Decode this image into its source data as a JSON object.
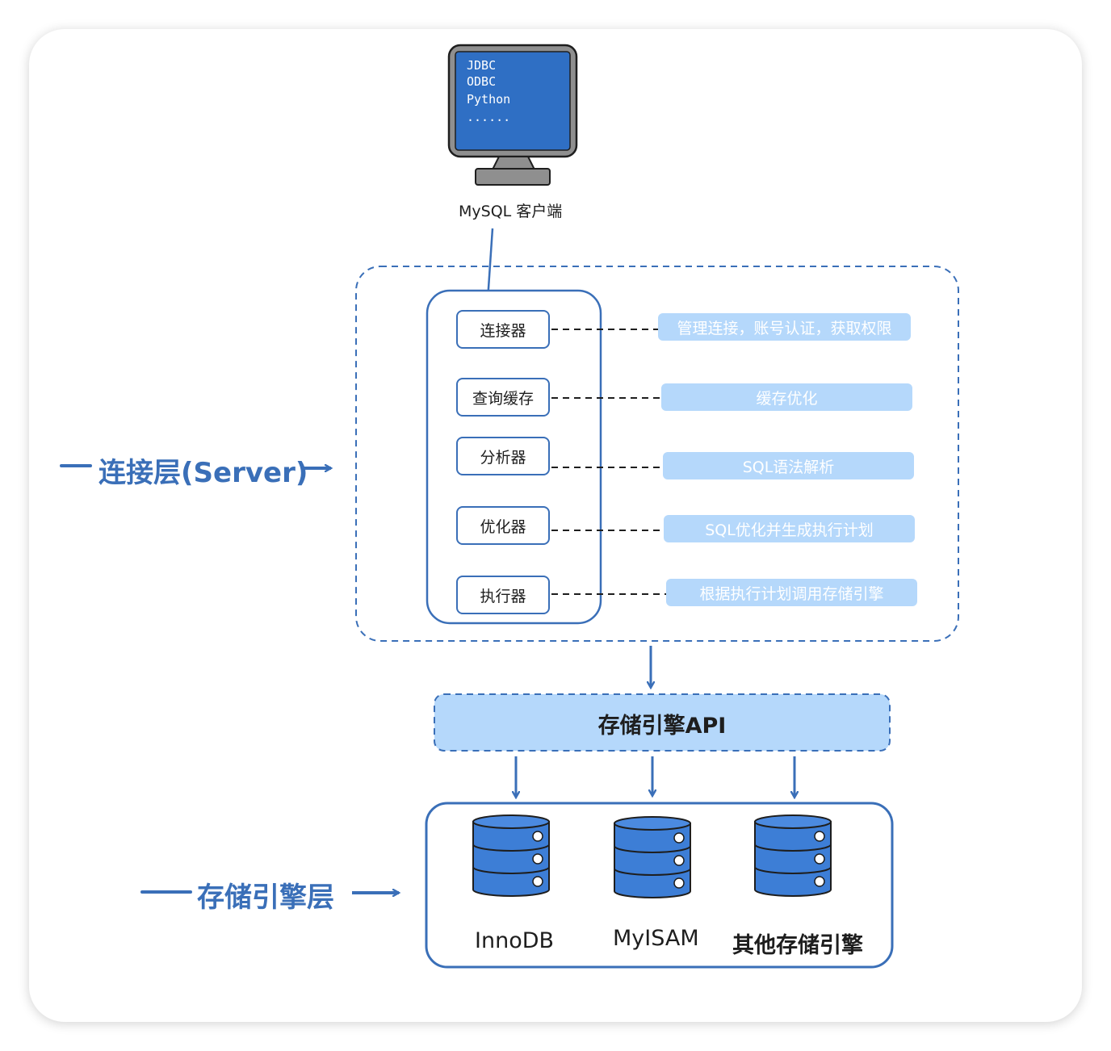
{
  "client": {
    "screen_lines": [
      "JDBC",
      "ODBC",
      "Python",
      "......"
    ],
    "caption": "MySQL 客户端"
  },
  "server_layer": {
    "label": "连接层(Server)",
    "modules": [
      {
        "name": "连接器",
        "description": "管理连接，账号认证，获取权限"
      },
      {
        "name": "查询缓存",
        "description": "缓存优化"
      },
      {
        "name": "分析器",
        "description": "SQL语法解析"
      },
      {
        "name": "优化器",
        "description": "SQL优化并生成执行计划"
      },
      {
        "name": "执行器",
        "description": "根据执行计划调用存储引擎"
      }
    ]
  },
  "api": {
    "label": "存储引擎API"
  },
  "storage_layer": {
    "label": "存储引擎层",
    "engines": [
      "InnoDB",
      "MyISAM",
      "其他存储引擎"
    ]
  },
  "colors": {
    "accent": "#3a6fb8",
    "screen": "#2f6fc4",
    "light_blue": "#b5d8fb",
    "db_blue": "#3d7ed6",
    "monitor_gray": "#8f8f8f"
  }
}
